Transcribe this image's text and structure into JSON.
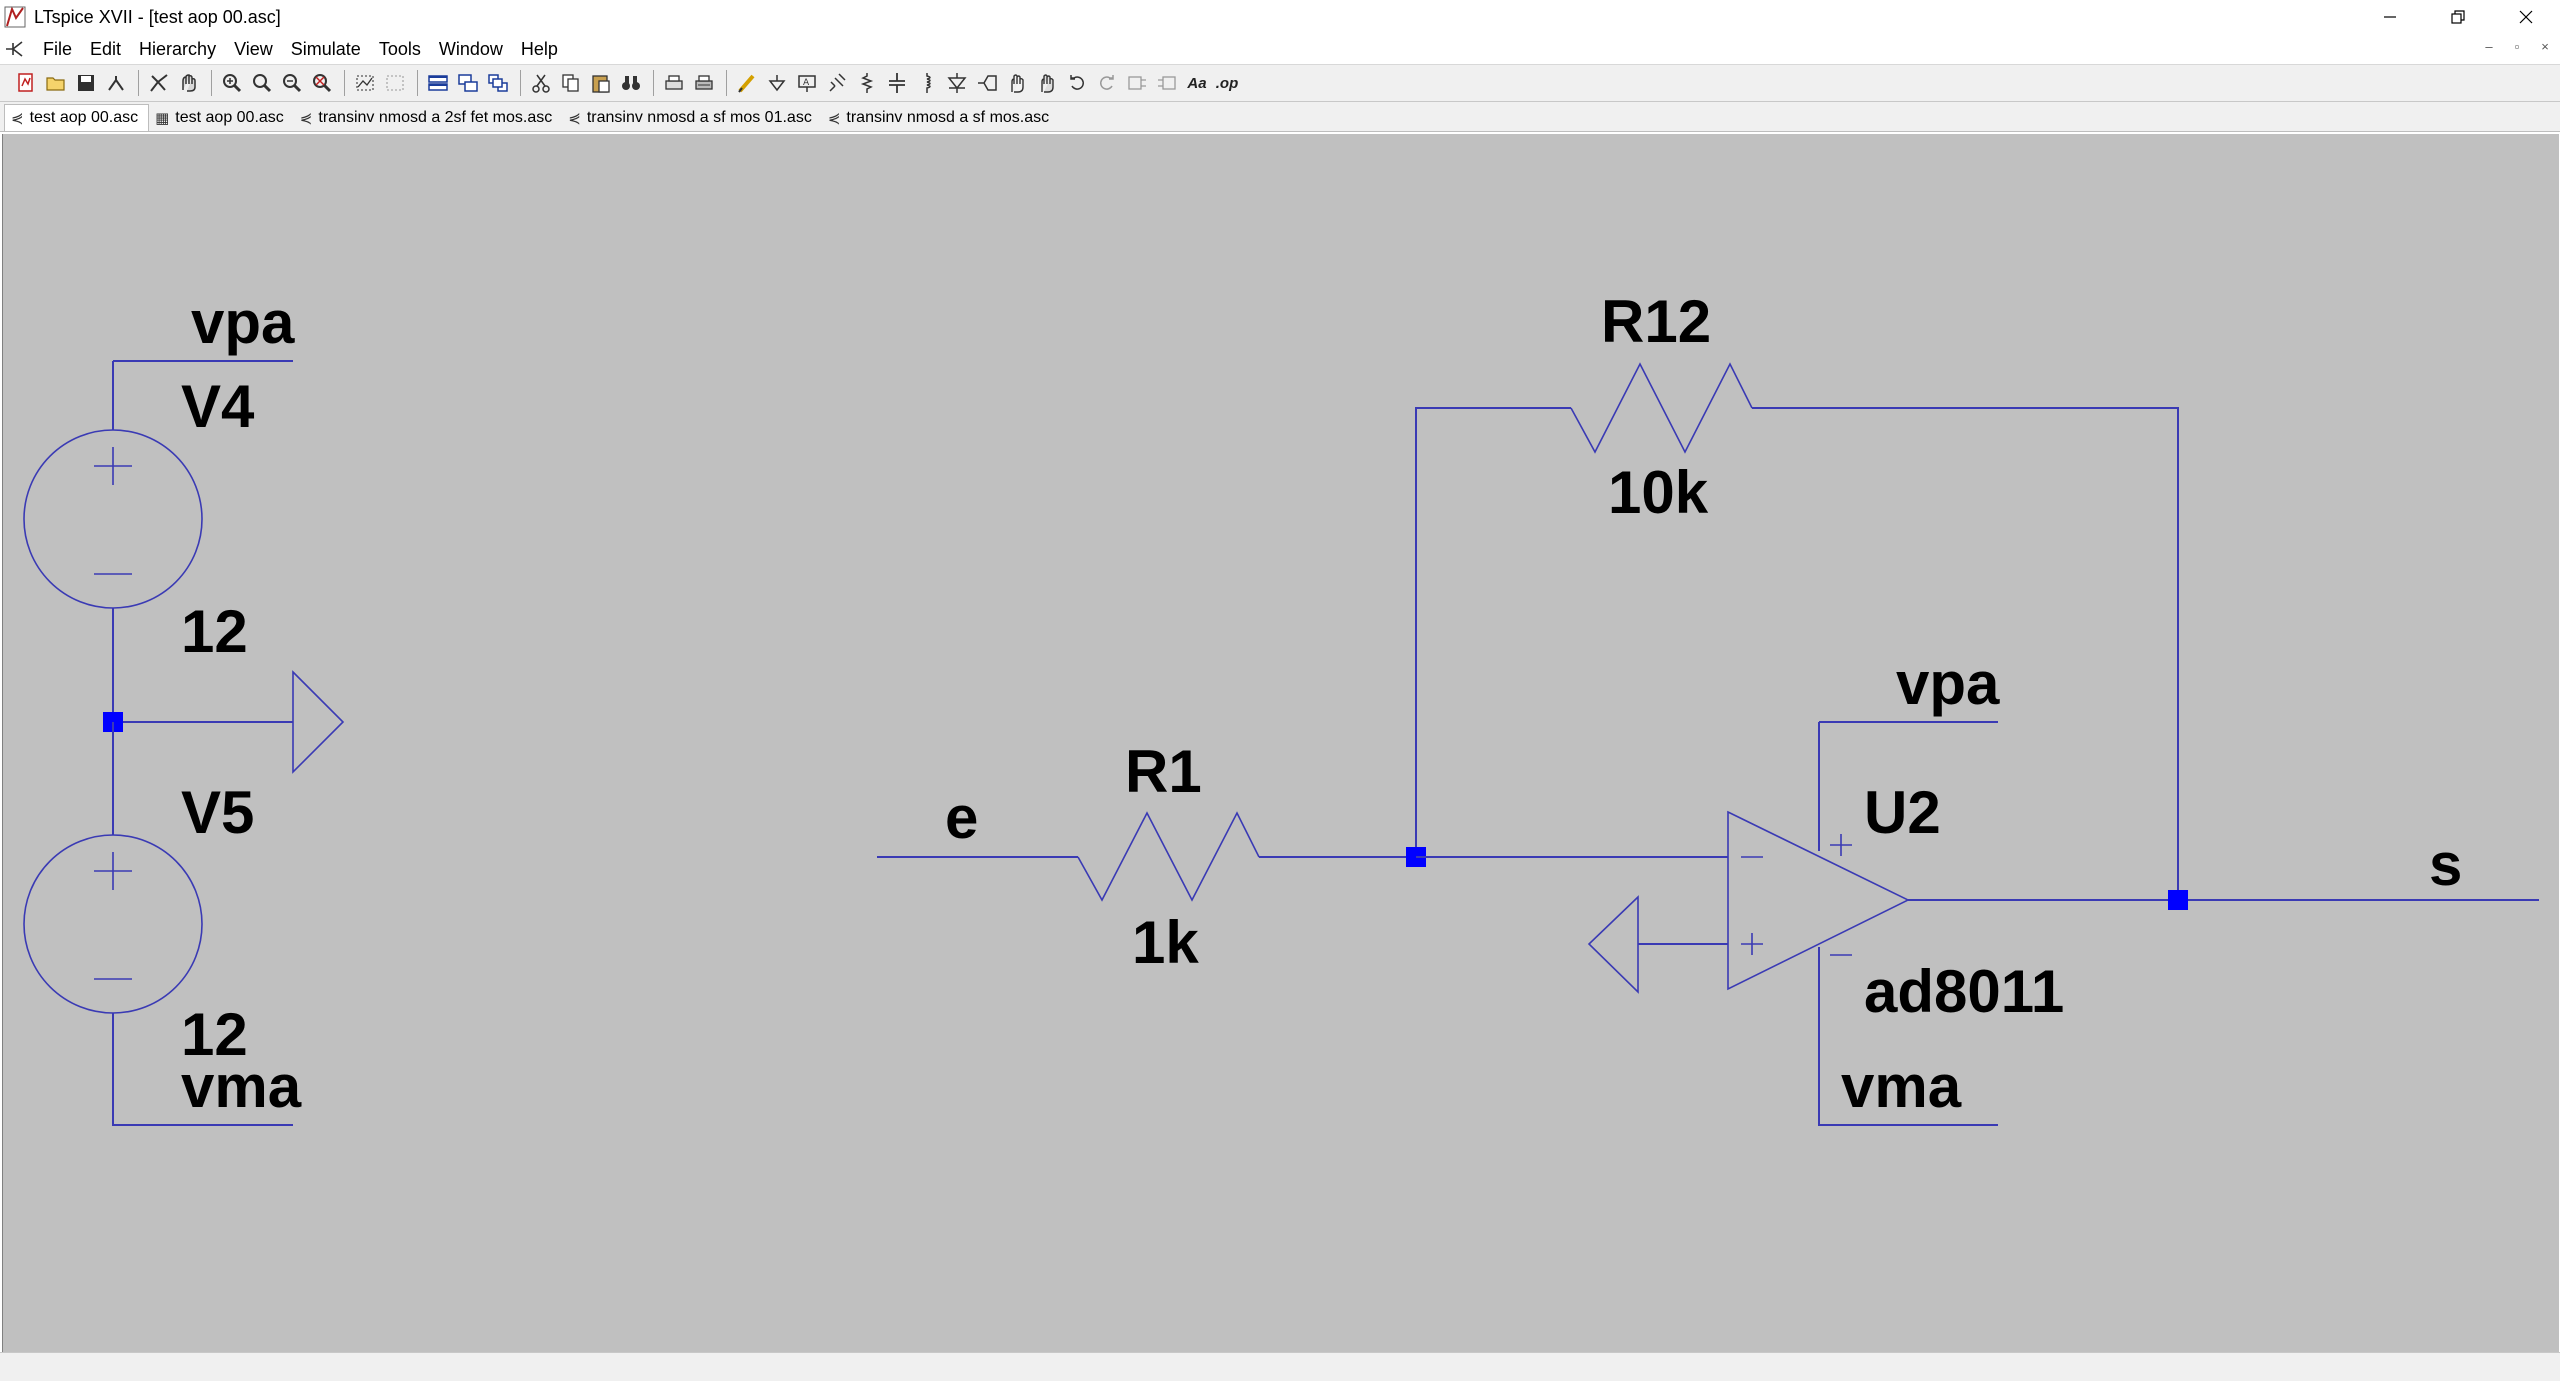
{
  "window": {
    "title": "LTspice XVII - [test aop 00.asc]",
    "controls": [
      "minimize-icon",
      "restore-icon",
      "close-icon"
    ]
  },
  "menu": {
    "items": [
      "File",
      "Edit",
      "Hierarchy",
      "View",
      "Simulate",
      "Tools",
      "Window",
      "Help"
    ],
    "mdi_controls": [
      "–",
      "▫",
      "×"
    ]
  },
  "toolbar": {
    "buttons": [
      "new-schematic-icon",
      "open-icon",
      "save-icon",
      "control-panel-icon",
      "run-icon",
      "halt-icon",
      "zoom-in-icon",
      "zoom-fit-icon",
      "zoom-out-icon",
      "zoom-cancel-icon",
      "autoscale-icon",
      "tile-icon",
      "cascade-icon",
      "close-window-icon",
      "cut-icon",
      "copy-icon",
      "paste-icon",
      "find-icon",
      "print-icon",
      "print-setup-icon",
      "wire-icon",
      "ground-icon",
      "label-net-icon",
      "component-icon",
      "resistor-icon",
      "capacitor-icon",
      "inductor-icon",
      "diode-icon",
      "move-icon",
      "drag-icon",
      "undo-icon",
      "redo-icon",
      "rotate-icon",
      "mirror-icon",
      "text-icon",
      "spice-directive-icon"
    ],
    "text_icon_label": "Aa",
    "directive_label": ".op"
  },
  "tabs": [
    {
      "label": "test aop 00.asc",
      "icon": "schematic-tab-icon",
      "active": true
    },
    {
      "label": "test aop 00.asc",
      "icon": "waveform-tab-icon",
      "active": false
    },
    {
      "label": "transinv nmosd a 2sf fet mos.asc",
      "icon": "schematic-tab-icon",
      "active": false
    },
    {
      "label": "transinv nmosd a sf mos 01.asc",
      "icon": "schematic-tab-icon",
      "active": false
    },
    {
      "label": "transinv nmosd a sf mos.asc",
      "icon": "schematic-tab-icon",
      "active": false
    }
  ],
  "schematic": {
    "v4": {
      "net_top": "vpa",
      "name": "V4",
      "value": "12"
    },
    "v5": {
      "name": "V5",
      "value": "12",
      "net_bottom": "vma"
    },
    "r12": {
      "name": "R12",
      "value": "10k"
    },
    "r1": {
      "name": "R1",
      "value": "1k"
    },
    "input_net": "e",
    "output_net": "s",
    "u2": {
      "name": "U2",
      "model": "ad8011",
      "supply_pos": "vpa",
      "supply_neg": "vma"
    }
  },
  "colors": {
    "canvas": "#c0c0c0",
    "wire": "#3a3ab4",
    "node": "#0000ff"
  }
}
